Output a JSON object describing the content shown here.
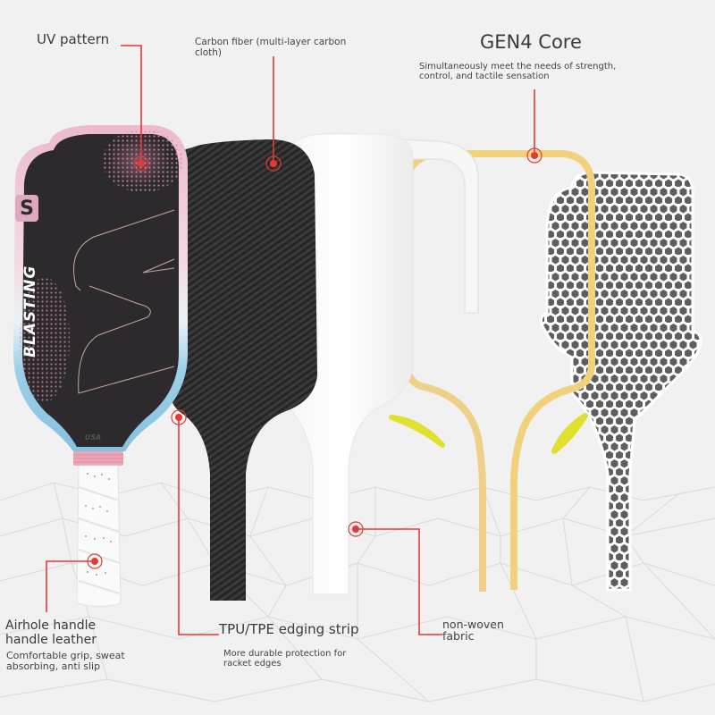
{
  "diagram": {
    "product": {
      "brand_vertical_text": "BLASTING",
      "logo_letter": "S",
      "origin_mark": "USA"
    },
    "callouts": [
      {
        "id": "uv-pattern",
        "title": "UV pattern",
        "description": ""
      },
      {
        "id": "carbon-fiber",
        "title": "Carbon fiber (multi-layer carbon cloth)",
        "title_line1": "Carbon fiber (multi-layer carbon",
        "title_line2": "cloth)",
        "description": ""
      },
      {
        "id": "gen4-core",
        "title": "GEN4 Core",
        "description_line1": "Simultaneously meet the needs of strength,",
        "description_line2": "control, and tactile sensation"
      },
      {
        "id": "airhole-handle",
        "title_line1": "Airhole handle",
        "title_line2": "handle leather",
        "description_line1": "Comfortable grip, sweat",
        "description_line2": "absorbing, anti slip"
      },
      {
        "id": "edging-strip",
        "title": "TPU/TPE edging strip",
        "description_line1": "More durable protection for",
        "description_line2": "racket edges"
      },
      {
        "id": "non-woven",
        "title_line1": "non-woven",
        "title_line2": "fabric"
      }
    ],
    "colors": {
      "background": "#f1f1f1",
      "callout_line": "#e53935",
      "paddle_face": "#2c2a2c",
      "edge_pink": "#e8b4cb",
      "edge_blue": "#8ec5e0",
      "carbon": "#2a2a2a",
      "edge_strip": "#f5d27a",
      "accent_yellow": "#e3e22b",
      "honeycomb": "#6e6e6e",
      "grip": "#fafafa",
      "collar": "#eaa6b6"
    }
  }
}
